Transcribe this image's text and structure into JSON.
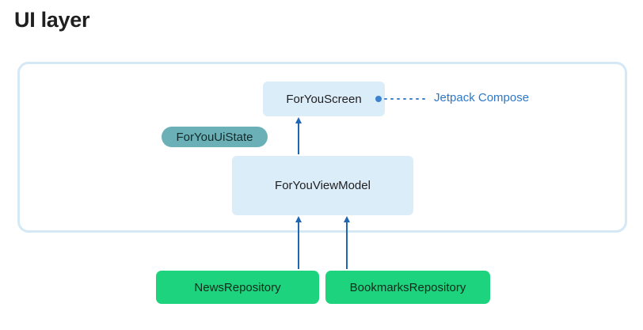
{
  "title": "UI layer",
  "nodes": {
    "screen": "ForYouScreen",
    "ui_state": "ForYouUiState",
    "view_model": "ForYouViewModel",
    "news_repo": "NewsRepository",
    "bookmarks_repo": "BookmarksRepository"
  },
  "annotation": "Jetpack Compose",
  "colors": {
    "arrow": "#1f66b3",
    "dotted": "#3b83d1",
    "frame": "#d4e8f5",
    "box_light": "#dcedfa",
    "pill": "#6bb0b7",
    "repo": "#1ed37e"
  }
}
